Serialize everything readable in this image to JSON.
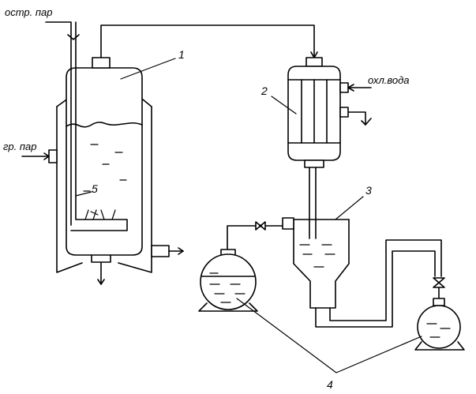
{
  "labels": {
    "live_steam": "остр. пар",
    "heating_steam": "гр. пар",
    "cooling_water": "охл.вода"
  },
  "numbers": {
    "n1": "1",
    "n2": "2",
    "n3": "3",
    "n4": "4",
    "n5": "5"
  }
}
